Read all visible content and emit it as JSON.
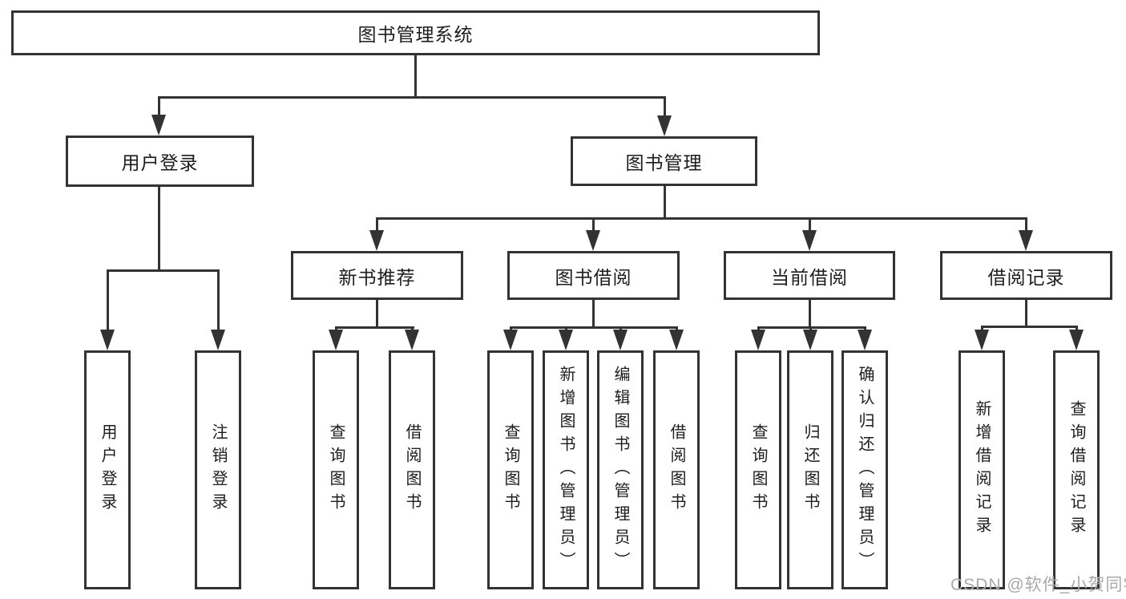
{
  "root": {
    "label": "图书管理系统"
  },
  "branches": {
    "user_login": {
      "label": "用户登录",
      "children": [
        {
          "label": "用户登录"
        },
        {
          "label": "注销登录"
        }
      ]
    },
    "book_mgmt": {
      "label": "图书管理",
      "children": [
        {
          "label": "新书推荐",
          "children": [
            {
              "label": "查询图书"
            },
            {
              "label": "借阅图书"
            }
          ]
        },
        {
          "label": "图书借阅",
          "children": [
            {
              "label": "查询图书"
            },
            {
              "label": "新增图书（管理员）"
            },
            {
              "label": "编辑图书（管理员）"
            },
            {
              "label": "借阅图书"
            }
          ]
        },
        {
          "label": "当前借阅",
          "children": [
            {
              "label": "查询图书"
            },
            {
              "label": "归还图书"
            },
            {
              "label": "确认归还（管理员）"
            }
          ]
        },
        {
          "label": "借阅记录",
          "children": [
            {
              "label": "新增借阅记录"
            },
            {
              "label": "查询借阅记录"
            }
          ]
        }
      ]
    }
  },
  "watermark": {
    "text": "CSDN @软件_小贺同学"
  },
  "colors": {
    "line": "#333333",
    "text": "#1d1d1d",
    "watermark": "#a9a9a9",
    "background": "#ffffff"
  }
}
